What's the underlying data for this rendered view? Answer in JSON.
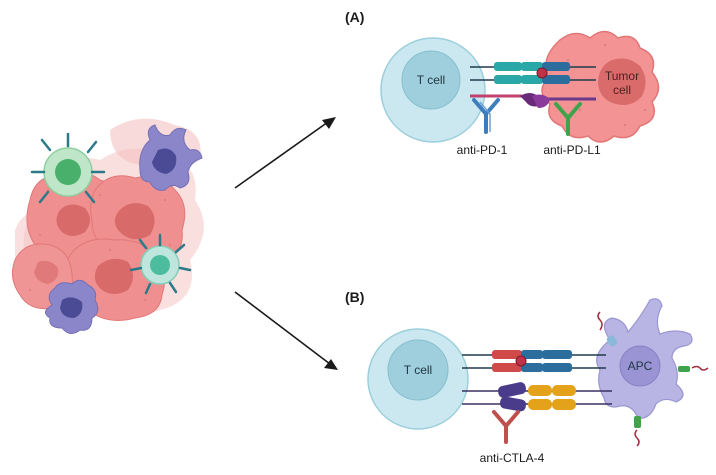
{
  "panels": {
    "a": {
      "label": "(A)",
      "t_cell": "T cell",
      "tumor_cell_line1": "Tumor",
      "tumor_cell_line2": "cell",
      "antibody_left": "anti-PD-1",
      "antibody_right": "anti-PD-L1"
    },
    "b": {
      "label": "(B)",
      "t_cell": "T cell",
      "apc": "APC",
      "antibody": "anti-CTLA-4"
    }
  },
  "colors": {
    "t_cell_outer": "#cbe8f0",
    "t_cell_nucleus": "#9fcfdc",
    "tumor": "#f08f8f",
    "tumor_nucleus": "#d96b6b",
    "apc": "#b8b4e3",
    "apc_nucleus": "#9a94d4",
    "receptor_teal": "#2aa8a8",
    "receptor_blue": "#2b6e9e",
    "receptor_red": "#d04a4a",
    "receptor_orange": "#e3a21a",
    "receptor_purple": "#4a3c8a",
    "ab_blue": "#3d7dbd",
    "ab_green": "#3ea34a",
    "ab_red": "#c0504d",
    "arrow": "#1a1a1a"
  }
}
